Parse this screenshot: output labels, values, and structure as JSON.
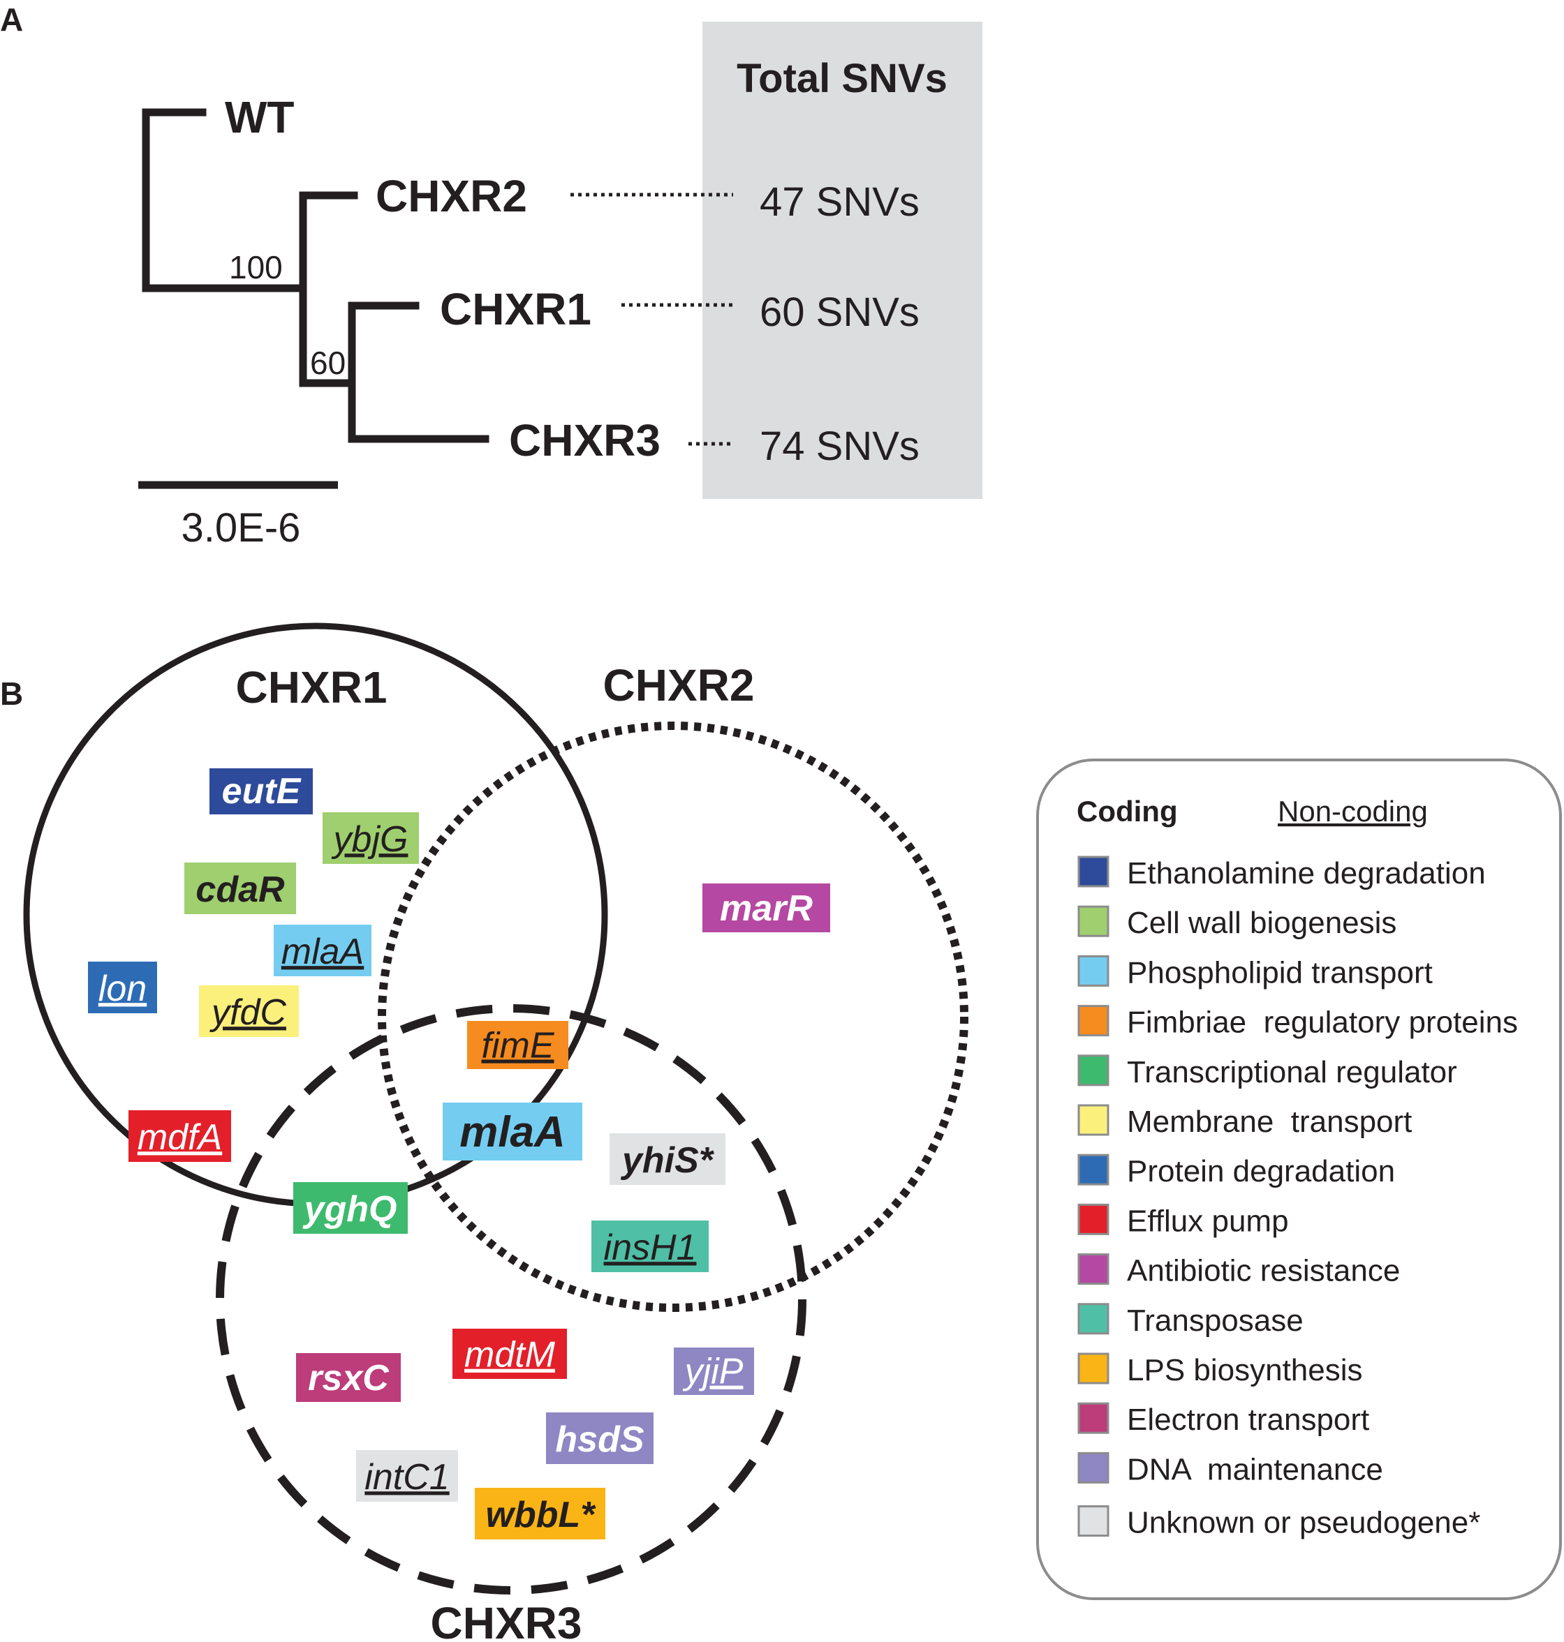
{
  "panel_a": {
    "label": "A",
    "box_header": "Total SNVs",
    "taxa": {
      "wt": "WT",
      "chxr2": "CHXR2",
      "chxr1": "CHXR1",
      "chxr3": "CHXR3"
    },
    "snvs": {
      "chxr2": "47 SNVs",
      "chxr1": "60 SNVs",
      "chxr3": "74 SNVs"
    },
    "bootstrap": {
      "node1": "100",
      "node2": "60"
    },
    "scale_bar": "3.0E-6",
    "box_color": "#dcdddf"
  },
  "panel_b": {
    "label": "B",
    "sets": {
      "chxr1": "CHXR1",
      "chxr2": "CHXR2",
      "chxr3": "CHXR3"
    },
    "genes": [
      {
        "id": "eutE",
        "name": "eutE",
        "coding": true,
        "color": "#2e4a9a",
        "text_color": "#ffffff"
      },
      {
        "id": "ybjG",
        "name": "ybjG",
        "coding": false,
        "color": "#9fcf6e",
        "text_color": "#231f20"
      },
      {
        "id": "cdaR",
        "name": "cdaR",
        "coding": true,
        "color": "#9fcf6e",
        "text_color": "#231f20"
      },
      {
        "id": "mlaA1",
        "name": "mlaA",
        "coding": false,
        "color": "#74cdf0",
        "text_color": "#231f20"
      },
      {
        "id": "lon",
        "name": "lon",
        "coding": false,
        "color": "#2d6cb5",
        "text_color": "#ffffff"
      },
      {
        "id": "yfdC",
        "name": "yfdC",
        "coding": false,
        "color": "#fbf07c",
        "text_color": "#231f20"
      },
      {
        "id": "marR",
        "name": "marR",
        "coding": true,
        "color": "#b548a2",
        "text_color": "#ffffff"
      },
      {
        "id": "fimE",
        "name": "fimE",
        "coding": false,
        "color": "#f68b1f",
        "text_color": "#231f20"
      },
      {
        "id": "mlaA2",
        "name": "mlaA",
        "coding": true,
        "color": "#74cdf0",
        "text_color": "#231f20"
      },
      {
        "id": "mdfA",
        "name": "mdfA",
        "coding": false,
        "color": "#e3202a",
        "text_color": "#ffffff"
      },
      {
        "id": "yhiS",
        "name": "yhiS*",
        "coding": true,
        "color": "#e1e2e3",
        "text_color": "#231f20"
      },
      {
        "id": "yghQ",
        "name": "yghQ",
        "coding": true,
        "color": "#3dba6e",
        "text_color": "#ffffff"
      },
      {
        "id": "insH1",
        "name": "insH1",
        "coding": false,
        "color": "#4fbfa6",
        "text_color": "#231f20"
      },
      {
        "id": "rsxC",
        "name": "rsxC",
        "coding": true,
        "color": "#bd3c7a",
        "text_color": "#ffffff"
      },
      {
        "id": "mdtM",
        "name": "mdtM",
        "coding": false,
        "color": "#e3202a",
        "text_color": "#ffffff"
      },
      {
        "id": "yjiP",
        "name": "yjiP",
        "coding": false,
        "color": "#8f86c4",
        "text_color": "#ffffff"
      },
      {
        "id": "hsdS",
        "name": "hsdS",
        "coding": true,
        "color": "#8f86c4",
        "text_color": "#ffffff"
      },
      {
        "id": "intC1",
        "name": "intC1",
        "coding": false,
        "color": "#e1e2e3",
        "text_color": "#231f20"
      },
      {
        "id": "wbbL",
        "name": "wbbL*",
        "coding": true,
        "color": "#fbb416",
        "text_color": "#231f20"
      }
    ],
    "legend": {
      "coding_label": "Coding",
      "noncoding_label": "Non-coding",
      "items": [
        {
          "label": "Ethanolamine degradation",
          "color": "#2e4a9a"
        },
        {
          "label": "Cell wall biogenesis",
          "color": "#9fcf6e"
        },
        {
          "label": "Phospholipid transport",
          "color": "#74cdf0"
        },
        {
          "label": "Fimbriae  regulatory proteins",
          "color": "#f68b1f"
        },
        {
          "label": "Transcriptional regulator",
          "color": "#3dba6e"
        },
        {
          "label": "Membrane  transport",
          "color": "#fbf07c"
        },
        {
          "label": "Protein degradation",
          "color": "#2d6cb5"
        },
        {
          "label": "Efflux pump",
          "color": "#e3202a"
        },
        {
          "label": "Antibiotic resistance",
          "color": "#b548a2"
        },
        {
          "label": "Transposase",
          "color": "#4fbfa6"
        },
        {
          "label": "LPS biosynthesis",
          "color": "#fbb416"
        },
        {
          "label": "Electron transport",
          "color": "#bd3c7a"
        },
        {
          "label": "DNA  maintenance",
          "color": "#8f86c4"
        },
        {
          "label": "Unknown or pseudogene*",
          "color": "#e1e2e3"
        }
      ]
    }
  }
}
